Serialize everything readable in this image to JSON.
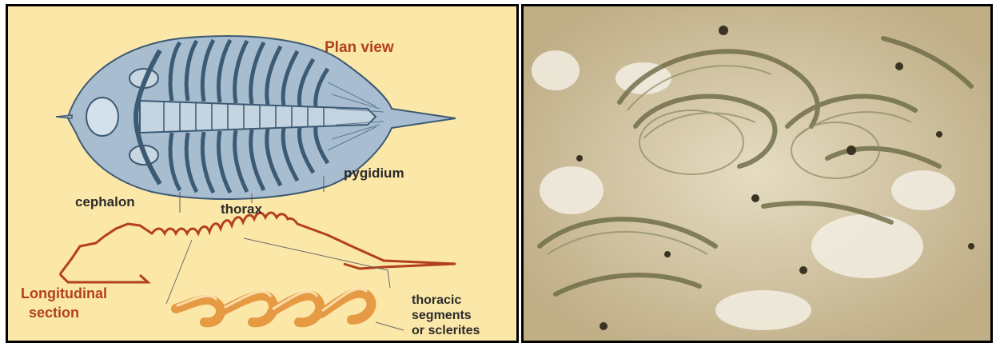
{
  "diagram": {
    "title": "Plan view",
    "labels": {
      "cephalon": "cephalon",
      "thorax": "thorax",
      "pygidium": "pygidium",
      "longitudinal_1": "Longitudinal",
      "longitudinal_2": "section",
      "thoracic_1": "thoracic",
      "thoracic_2": "segments",
      "thoracic_3": "or sclerites"
    },
    "colors": {
      "background": "#fbe7a8",
      "trilobite_fill": "#a8bed0",
      "trilobite_dark": "#3d5a74",
      "section_line": "#b3401c",
      "sclerite": "#e69a44"
    }
  },
  "photo": {
    "subject": "thin-section micrograph of trilobite fragments",
    "colors": {
      "base": "#d9ccae",
      "fragments": "#6b6a44",
      "light": "#f3efe4"
    }
  }
}
